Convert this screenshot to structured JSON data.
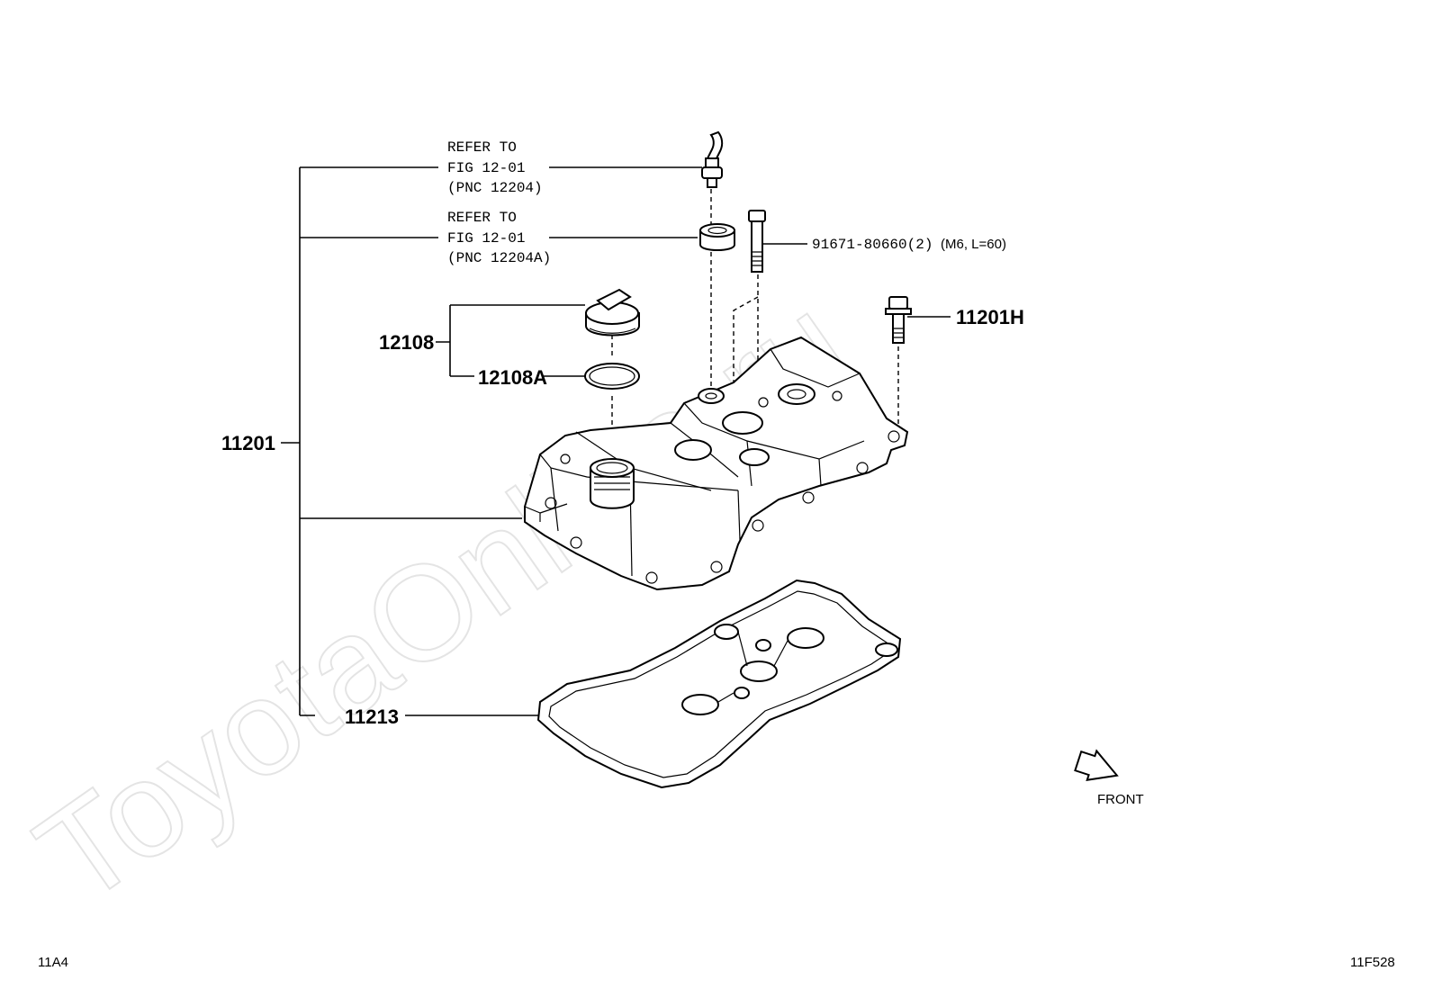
{
  "watermark": "ToyotaOnline.ru",
  "labels": {
    "refer_a_line1": "REFER TO",
    "refer_a_line2": "FIG 12-01",
    "refer_a_line3": "(PNC 12204)",
    "refer_b_line1": "REFER TO",
    "refer_b_line2": "FIG 12-01",
    "refer_b_line3": "(PNC 12204A)",
    "bolt_main": "91671-80660(2)",
    "bolt_spec": "(M6, L=60)",
    "pnc_11201": "11201",
    "pnc_11201h": "11201H",
    "pnc_12108": "12108",
    "pnc_12108a": "12108A",
    "pnc_11213": "11213",
    "front": "FRONT",
    "page_left": "11A4",
    "page_right": "11F528"
  }
}
